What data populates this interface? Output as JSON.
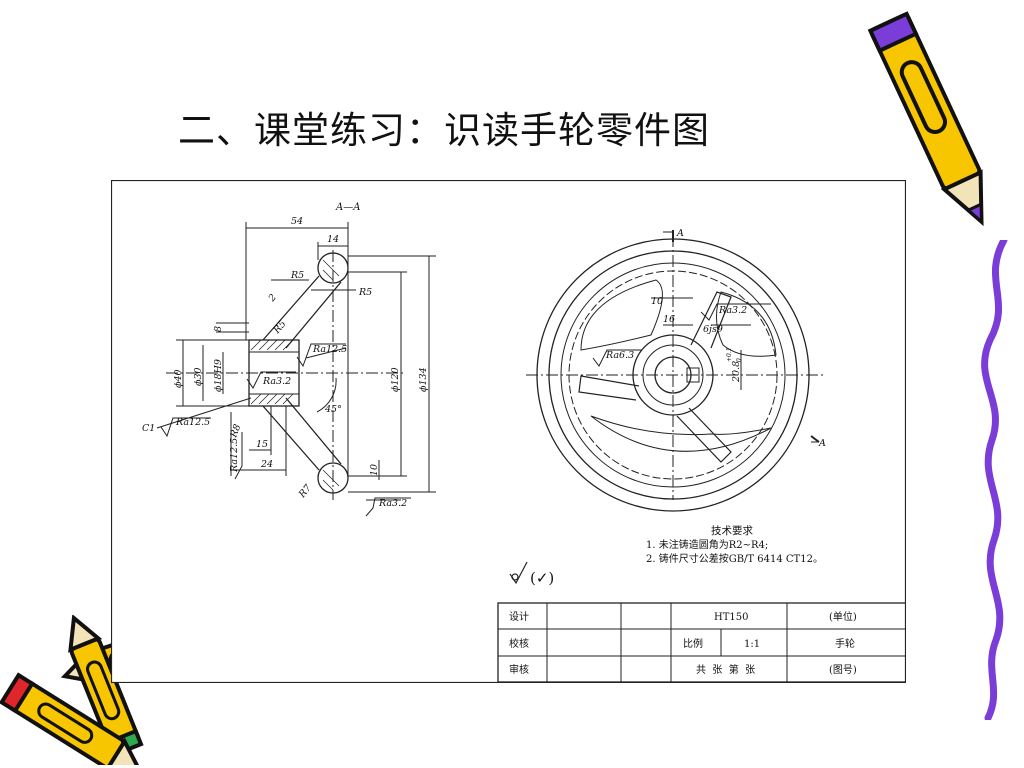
{
  "slide": {
    "title": "二、课堂练习：识读手轮零件图"
  },
  "section_view": {
    "label": "A—A",
    "dims": {
      "d54": "54",
      "d14": "14",
      "r5a": "R5",
      "r5b": "R5",
      "r5c": "R5",
      "d2": "2",
      "d8": "8",
      "phi40": "ϕ40",
      "phi30": "ϕ30",
      "phi18": "ϕ18H9",
      "phi120": "ϕ120",
      "phi134": "ϕ134",
      "d15": "15",
      "d24": "24",
      "d10": "10",
      "r8": "R8",
      "r7": "R7",
      "angle": "45°",
      "c1": "C1"
    },
    "roughness": {
      "ra12_5_a": "Ra12.5",
      "ra3_2_a": "Ra3.2",
      "ra12_5_b": "Ra12.5",
      "ra12_5_c": "Ra12.5",
      "ra3_2_b": "Ra3.2"
    }
  },
  "front_view": {
    "section_mark_top": "A",
    "section_mark_bottom": "A",
    "dims": {
      "d10": "10",
      "d16": "16",
      "js9": "6js9",
      "d20_8": "20.8",
      "tol_upper": "+0.1",
      "tol_lower": "0"
    },
    "roughness": {
      "ra3_2": "Ra3.2",
      "ra6_3": "Ra6.3"
    }
  },
  "tech_requirements": {
    "title": "技术要求",
    "item1": "1. 未注铸造圆角为R2~R4;",
    "item2": "2. 铸件尺寸公差按GB/T 6414 CT12。"
  },
  "general_roughness": "(✓)",
  "title_block": {
    "designed": "设计",
    "checked": "校核",
    "approved": "审核",
    "material": "HT150",
    "unit": "(单位)",
    "scale_label": "比例",
    "scale_value": "1:1",
    "part_name": "手轮",
    "sheets": "共  张  第  张",
    "drawing_no": "(图号)"
  }
}
